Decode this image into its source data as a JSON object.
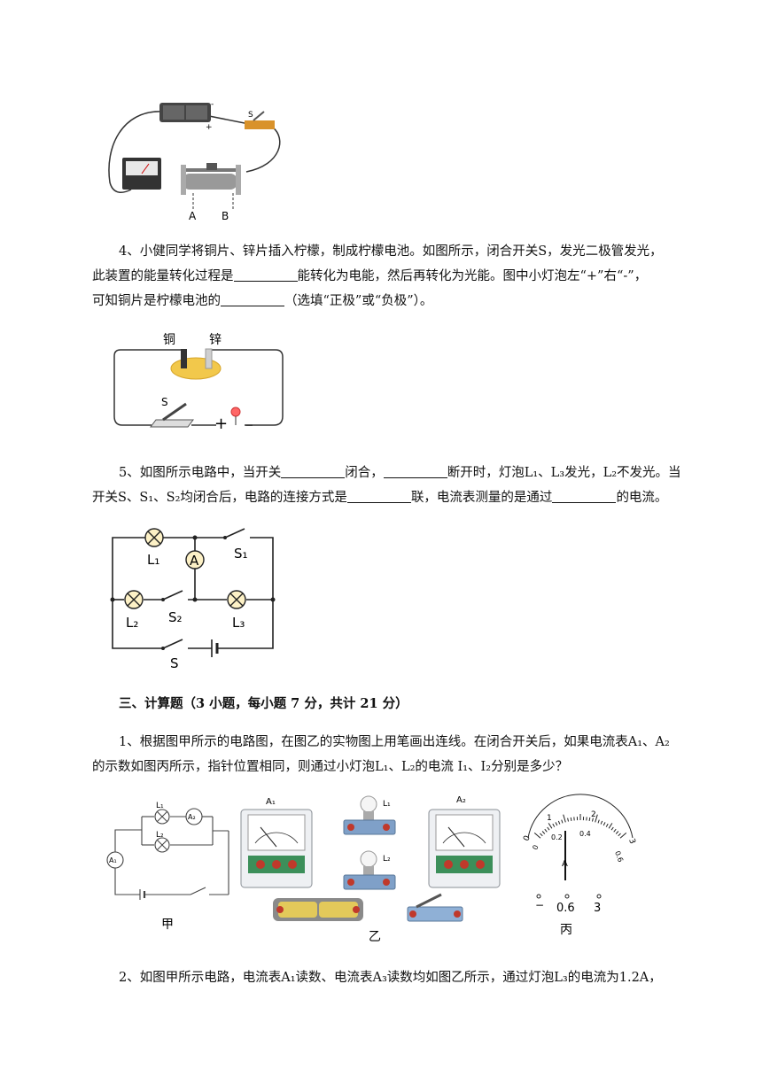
{
  "fig_rheostat": {
    "label_a": "A",
    "label_b": "B",
    "label_s": "S",
    "minus": "-",
    "plus": "+"
  },
  "q4": {
    "line1": "4、小健同学将铜片、锌片插入柠檬，制成柠檬电池。如图所示，闭合开关S，发光二极管发光，",
    "line2a": "此装置的能量转化过程是",
    "line2b": "能转化为电能，然后再转化为光能。图中小灯泡左“+”右“-”，",
    "line3a": "可知铜片是柠檬电池的",
    "line3b": "（选填“正极”或“负极”）。"
  },
  "fig_lemon": {
    "copper": "铜",
    "zinc": "锌",
    "switch": "S",
    "plus": "+",
    "minus": "−"
  },
  "q5": {
    "l1a": "5、如图所示电路中，当开关",
    "l1b": "闭合，",
    "l1c": "断开时，灯泡L₁、L₃发光，L₂不发光。当",
    "l2a": "开关S、S₁、S₂均闭合后，电路的连接方式是",
    "l2b": "联，电流表测量的是通过",
    "l2c": "的电流。"
  },
  "fig_circuit5": {
    "l1": "L₁",
    "l2": "L₂",
    "l3": "L₃",
    "s": "S",
    "s1": "S₁",
    "s2": "S₂",
    "ammeter": "A"
  },
  "section3": {
    "title": "三、计算题（3 小题，每小题 7 分，共计 21 分）"
  },
  "c1": {
    "line1": "1、根据图甲所示的电路图，在图乙的实物图上用笔画出连线。在闭合开关后，如果电流表A₁、A₂",
    "line2": "的示数如图丙所示，指针位置相同，则通过小灯泡L₁、L₂的电流 I₁、I₂分别是多少？"
  },
  "fig_calc": {
    "jia": "甲",
    "yi": "乙",
    "bing": "丙",
    "a1": "A₁",
    "a2": "A₂",
    "l1": "L₁",
    "l2": "L₂",
    "scale_top": [
      "0",
      "1",
      "2",
      "3"
    ],
    "scale_bottom": [
      "0",
      "0.2",
      "0.4",
      "0.6"
    ],
    "terminals": [
      "−",
      "0.6",
      "3"
    ],
    "meter_unit": "A"
  },
  "c2": {
    "line1": "2、如图甲所示电路，电流表A₁读数、电流表A₃读数均如图乙所示，通过灯泡L₃的电流为1.2A，"
  }
}
